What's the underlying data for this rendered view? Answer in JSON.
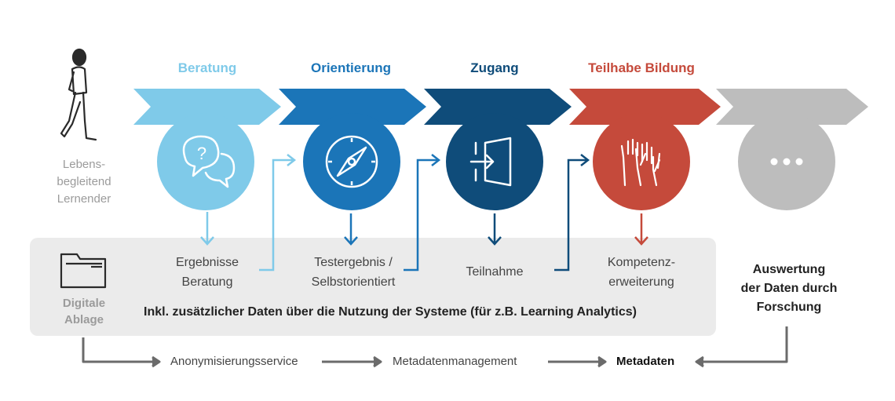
{
  "person_label": "Lebens-\nbegleitend\nLernender",
  "stages": [
    {
      "title": "Beratung",
      "color": "#7fcae9"
    },
    {
      "title": "Orientierung",
      "color": "#1b75b8"
    },
    {
      "title": "Zugang",
      "color": "#0f4c7a"
    },
    {
      "title": "Teilhabe Bildung",
      "color": "#c54a3b"
    },
    {
      "title": "",
      "color": "#bdbdbd"
    }
  ],
  "outputs": [
    "Ergebnisse\nBeratung",
    "Testergebnis /\nSelbstorientiert",
    "Teilnahme",
    "Kompetenz-\nerweiterung"
  ],
  "ablage_label": "Digitale\nAblage",
  "panel_note": "Inkl. zusätzlicher Daten über die Nutzung der Systeme (für z.B. Learning Analytics)",
  "research_label": "Auswertung\nder Daten durch\nForschung",
  "bottom_flow": {
    "step1": "Anonymisierungsservice",
    "step2": "Metadatenmanagement",
    "step3": "Metadaten"
  },
  "icons": [
    "walking-person-icon",
    "speech-bubbles-question-icon",
    "compass-icon",
    "door-enter-icon",
    "raised-hands-icon",
    "ellipsis-icon",
    "folder-icon"
  ],
  "colors": {
    "light_blue": "#7fcae9",
    "mid_blue": "#1b75b8",
    "dark_blue": "#0f4c7a",
    "red": "#c54a3b",
    "gray": "#bdbdbd",
    "arrow_gray": "#6b6b6b"
  }
}
